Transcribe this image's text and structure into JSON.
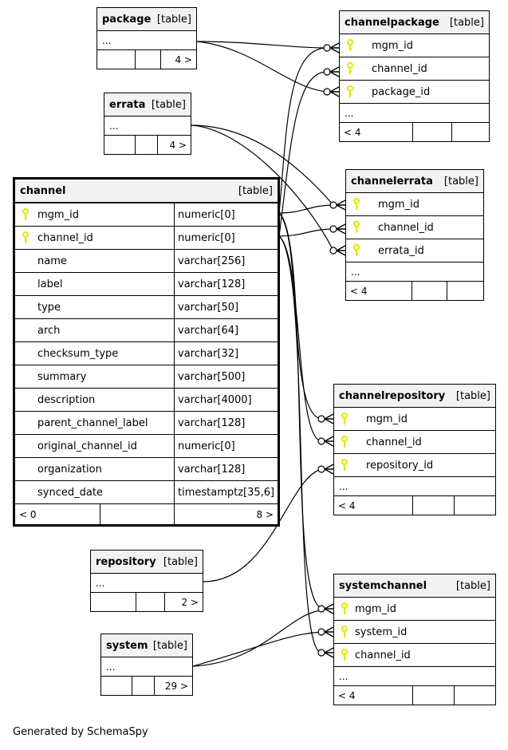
{
  "tables": {
    "package": {
      "name": "package",
      "kind": "[table]",
      "ellipsis": "...",
      "foot": [
        "",
        "",
        "4 >"
      ]
    },
    "errata": {
      "name": "errata",
      "kind": "[table]",
      "ellipsis": "...",
      "foot": [
        "",
        "",
        "4 >"
      ]
    },
    "repository": {
      "name": "repository",
      "kind": "[table]",
      "ellipsis": "...",
      "foot": [
        "",
        "",
        "2 >"
      ]
    },
    "system": {
      "name": "system",
      "kind": "[table]",
      "ellipsis": "...",
      "foot": [
        "",
        "",
        "29 >"
      ]
    },
    "channel": {
      "name": "channel",
      "kind": "[table]",
      "columns": [
        {
          "name": "mgm_id",
          "type": "numeric[0]",
          "pk": true
        },
        {
          "name": "channel_id",
          "type": "numeric[0]",
          "pk": true
        },
        {
          "name": "name",
          "type": "varchar[256]",
          "pk": false
        },
        {
          "name": "label",
          "type": "varchar[128]",
          "pk": false
        },
        {
          "name": "type",
          "type": "varchar[50]",
          "pk": false
        },
        {
          "name": "arch",
          "type": "varchar[64]",
          "pk": false
        },
        {
          "name": "checksum_type",
          "type": "varchar[32]",
          "pk": false
        },
        {
          "name": "summary",
          "type": "varchar[500]",
          "pk": false
        },
        {
          "name": "description",
          "type": "varchar[4000]",
          "pk": false
        },
        {
          "name": "parent_channel_label",
          "type": "varchar[128]",
          "pk": false
        },
        {
          "name": "original_channel_id",
          "type": "numeric[0]",
          "pk": false
        },
        {
          "name": "organization",
          "type": "varchar[128]",
          "pk": false
        },
        {
          "name": "synced_date",
          "type": "timestamptz[35,6]",
          "pk": false
        }
      ],
      "foot": [
        "< 0",
        "",
        "8 >"
      ]
    },
    "channelpackage": {
      "name": "channelpackage",
      "kind": "[table]",
      "columns": [
        "mgm_id",
        "channel_id",
        "package_id"
      ],
      "ellipsis": "...",
      "foot": [
        "< 4",
        "",
        ""
      ]
    },
    "channelerrata": {
      "name": "channelerrata",
      "kind": "[table]",
      "columns": [
        "mgm_id",
        "channel_id",
        "errata_id"
      ],
      "ellipsis": "...",
      "foot": [
        "< 4",
        "",
        ""
      ]
    },
    "channelrepository": {
      "name": "channelrepository",
      "kind": "[table]",
      "columns": [
        "mgm_id",
        "channel_id",
        "repository_id"
      ],
      "ellipsis": "...",
      "foot": [
        "< 4",
        "",
        ""
      ]
    },
    "systemchannel": {
      "name": "systemchannel",
      "kind": "[table]",
      "columns": [
        "mgm_id",
        "system_id",
        "channel_id"
      ],
      "ellipsis": "...",
      "foot": [
        "< 4",
        "",
        ""
      ]
    }
  },
  "colors": {
    "key_icon": "#e6e600",
    "header_bg": "#f2f2f2"
  },
  "credit": "Generated by SchemaSpy"
}
